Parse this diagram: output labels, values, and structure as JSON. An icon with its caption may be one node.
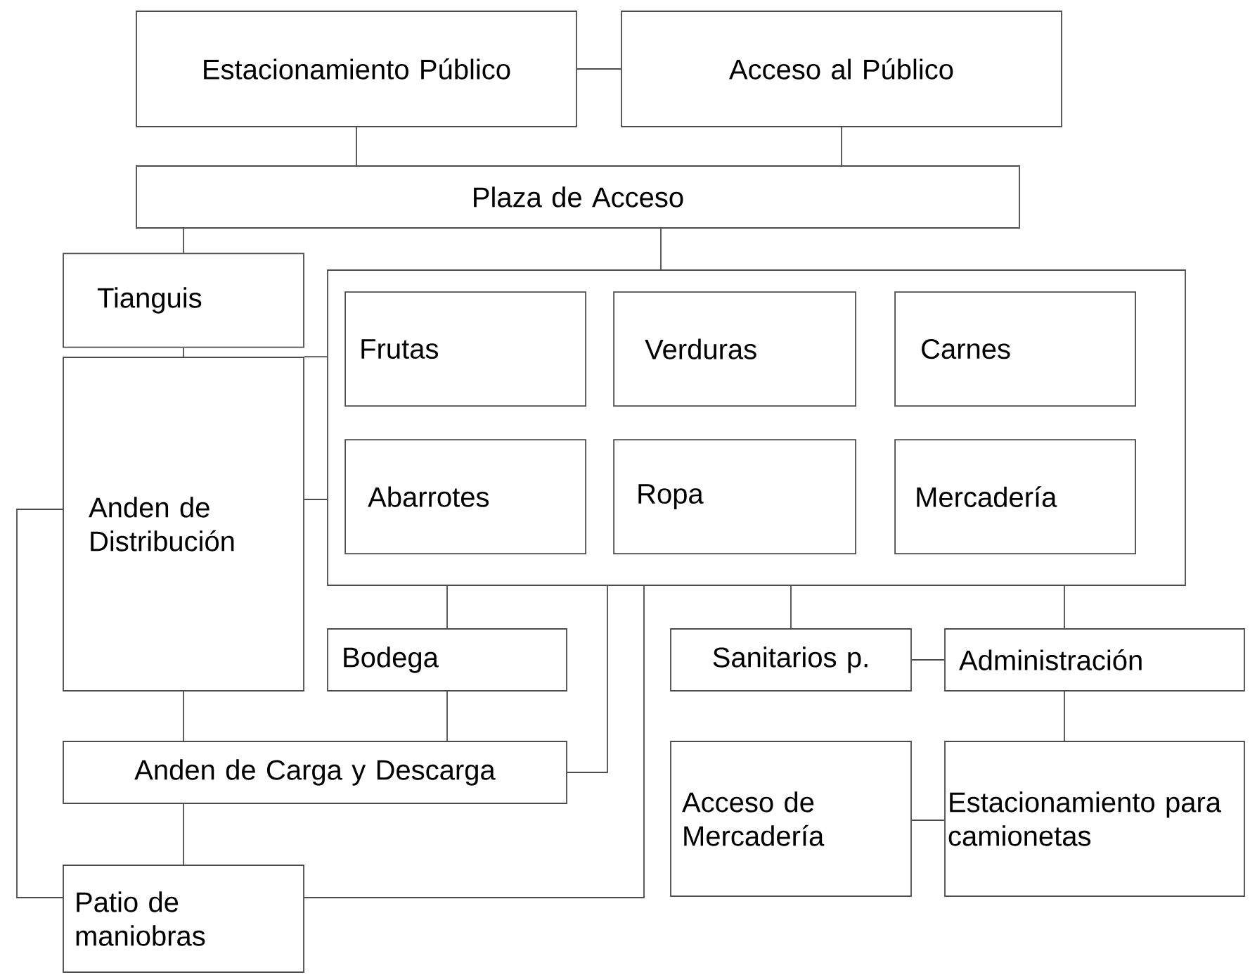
{
  "diagram": {
    "nodes": [
      {
        "text": [
          "Estacionamiento Público"
        ]
      },
      {
        "text": [
          "Acceso al Público"
        ]
      },
      {
        "text": [
          "Plaza de Acceso"
        ]
      },
      {
        "text": [
          "Tianguis"
        ]
      },
      {
        "text": [],
        "shape": "box"
      },
      {
        "text": [
          "Frutas"
        ],
        "in": 4
      },
      {
        "text": [
          "Verduras"
        ],
        "in": 4
      },
      {
        "text": [
          "Carnes"
        ],
        "in": 4
      },
      {
        "text": [
          "Abarrotes"
        ],
        "in": 4
      },
      {
        "text": [
          "Ropa"
        ],
        "in": 4
      },
      {
        "text": [
          "Mercadería"
        ],
        "in": 4
      },
      {
        "text": [
          "Anden de Distribución"
        ]
      },
      {
        "text": [
          "Bodega"
        ]
      },
      {
        "text": [
          "Sanitarios p."
        ]
      },
      {
        "text": [
          "Administración"
        ]
      },
      {
        "text": [
          "Anden de Carga y Descarga"
        ]
      },
      {
        "text": [
          "Acceso de Mercadería"
        ]
      },
      {
        "text": [
          "Estacionamiento para camionetas"
        ]
      },
      {
        "text": [
          "Patio de maniobras"
        ]
      }
    ],
    "edges": [
      {
        "from": 0,
        "to": 1,
        "arrow": "none"
      },
      {
        "from": 0,
        "to": 2,
        "arrow": "none"
      },
      {
        "from": 1,
        "to": 2,
        "arrow": "none"
      },
      {
        "from": 2,
        "to": 3,
        "arrow": "none"
      },
      {
        "from": 2,
        "to": 4,
        "arrow": "none"
      },
      {
        "from": 3,
        "to": 11,
        "arrow": "none"
      },
      {
        "from": 11,
        "to": 4,
        "arrow": "none"
      },
      {
        "from": 11,
        "to": 4,
        "arrow": "none"
      },
      {
        "from": 4,
        "to": 12,
        "arrow": "none"
      },
      {
        "from": 4,
        "to": 15,
        "arrow": "none"
      },
      {
        "from": 4,
        "to": 18,
        "arrow": "none"
      },
      {
        "from": 11,
        "to": 18,
        "arrow": "none"
      },
      {
        "from": 11,
        "to": 15,
        "arrow": "none"
      },
      {
        "from": 12,
        "to": 15,
        "arrow": "none"
      },
      {
        "from": 15,
        "to": 18,
        "arrow": "none"
      },
      {
        "from": 4,
        "to": 13,
        "arrow": "none"
      },
      {
        "from": 4,
        "to": 14,
        "arrow": "none"
      },
      {
        "from": 13,
        "to": 14,
        "arrow": "none"
      },
      {
        "from": 14,
        "to": 17,
        "arrow": "none"
      },
      {
        "from": 16,
        "to": 17,
        "arrow": "none"
      }
    ]
  }
}
